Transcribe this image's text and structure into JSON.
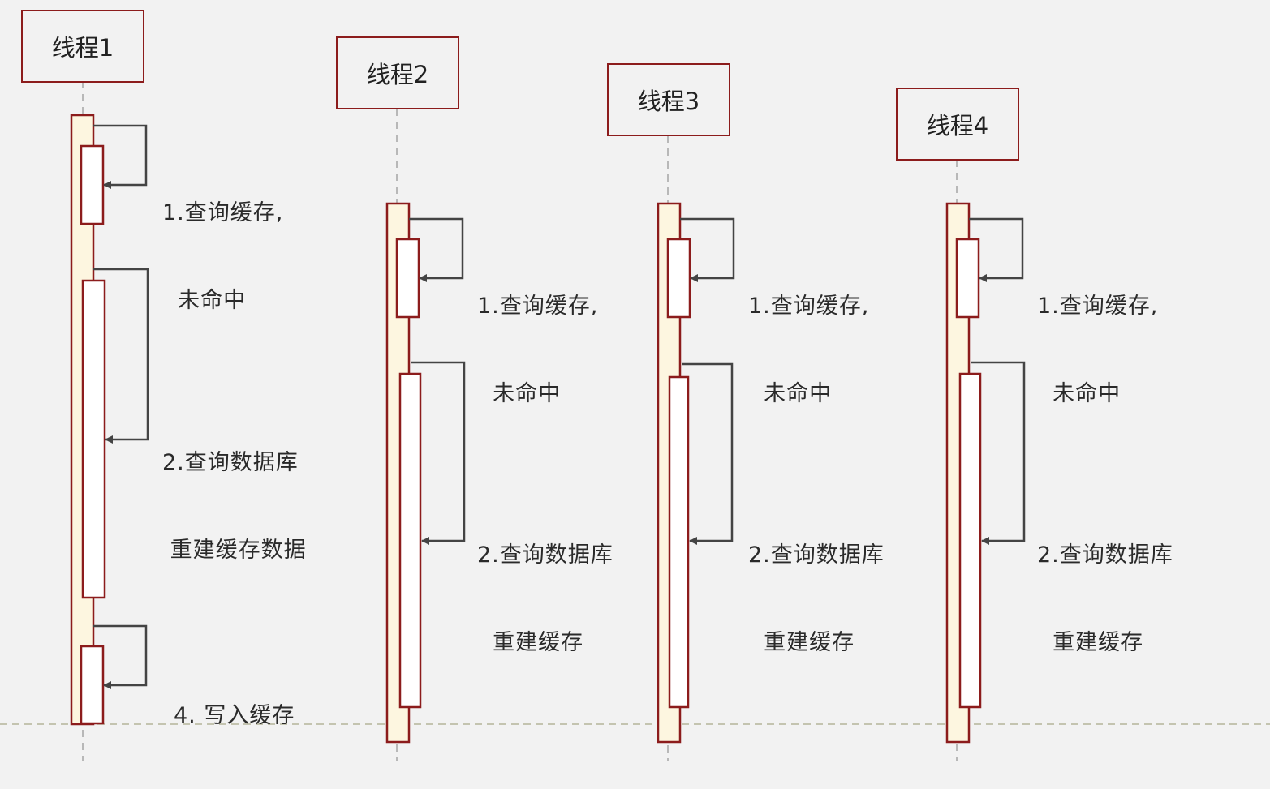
{
  "threads": [
    {
      "name": "线程1",
      "messages": [
        {
          "line1": "1.查询缓存,",
          "line2": "  未命中"
        },
        {
          "line1": "2.查询数据库",
          "line2": " 重建缓存数据"
        },
        {
          "line1": "4. 写入缓存",
          "line2": ""
        }
      ]
    },
    {
      "name": "线程2",
      "messages": [
        {
          "line1": "1.查询缓存,",
          "line2": "  未命中"
        },
        {
          "line1": "2.查询数据库",
          "line2": "  重建缓存"
        }
      ]
    },
    {
      "name": "线程3",
      "messages": [
        {
          "line1": "1.查询缓存,",
          "line2": "  未命中"
        },
        {
          "line1": "2.查询数据库",
          "line2": "  重建缓存"
        }
      ]
    },
    {
      "name": "线程4",
      "messages": [
        {
          "line1": "1.查询缓存,",
          "line2": "  未命中"
        },
        {
          "line1": "2.查询数据库",
          "line2": "  重建缓存"
        }
      ]
    }
  ],
  "colors": {
    "border": "#8c1c1c",
    "activation_outer": "#fdf6e0",
    "activation_inner": "#ffffff",
    "arrow": "#444444",
    "lifeline": "#b8b8b8",
    "divider": "#b5b59a"
  }
}
